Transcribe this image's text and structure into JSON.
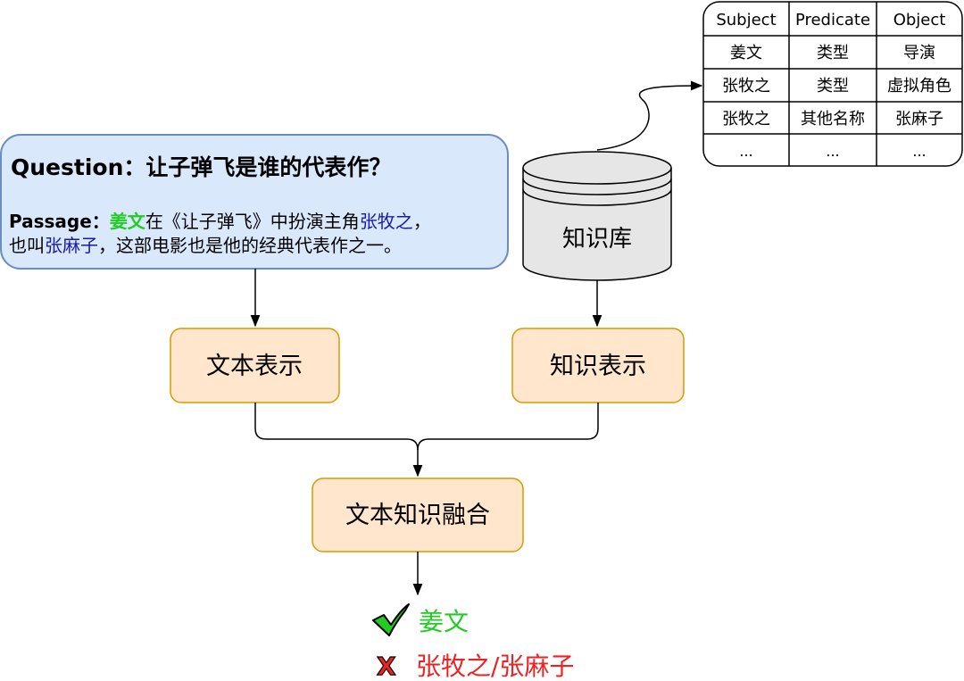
{
  "question": {
    "label": "Question：",
    "text": "让子弹飞是谁的代表作？"
  },
  "passage": {
    "label": "Passage：",
    "line1": [
      {
        "text": "姜文",
        "color": "#22cc22"
      },
      {
        "text": "在《让子弹飞》中扮演主角",
        "color": "#000000"
      },
      {
        "text": "张牧之",
        "color": "#1a1aa8"
      },
      {
        "text": "，",
        "color": "#000000"
      }
    ],
    "line2": [
      {
        "text": "也叫",
        "color": "#000000"
      },
      {
        "text": "张麻子",
        "color": "#1a1aa8"
      },
      {
        "text": "，这部电影也是他的经典代表作之一。",
        "color": "#000000"
      }
    ]
  },
  "knowledge_base": {
    "label": "知识库"
  },
  "triples": {
    "headers": [
      "Subject",
      "Predicate",
      "Object"
    ],
    "rows": [
      [
        "姜文",
        "类型",
        "导演"
      ],
      [
        "张牧之",
        "类型",
        "虚拟角色"
      ],
      [
        "张牧之",
        "其他名称",
        "张麻子"
      ],
      [
        "...",
        "...",
        "..."
      ]
    ]
  },
  "boxes": {
    "text_repr": "文本表示",
    "knowledge_repr": "知识表示",
    "fusion": "文本知识融合"
  },
  "results": {
    "correct": "姜文",
    "wrong": "张牧之/张麻子",
    "correct_color": "#22cc22",
    "wrong_color": "#ee2222"
  },
  "colors": {
    "question_fill": "#dae8fc",
    "question_stroke": "#6c8ebf",
    "box_fill": "#ffe6cc",
    "box_stroke": "#d79b00",
    "cylinder_fill": "#e6e6e6"
  }
}
